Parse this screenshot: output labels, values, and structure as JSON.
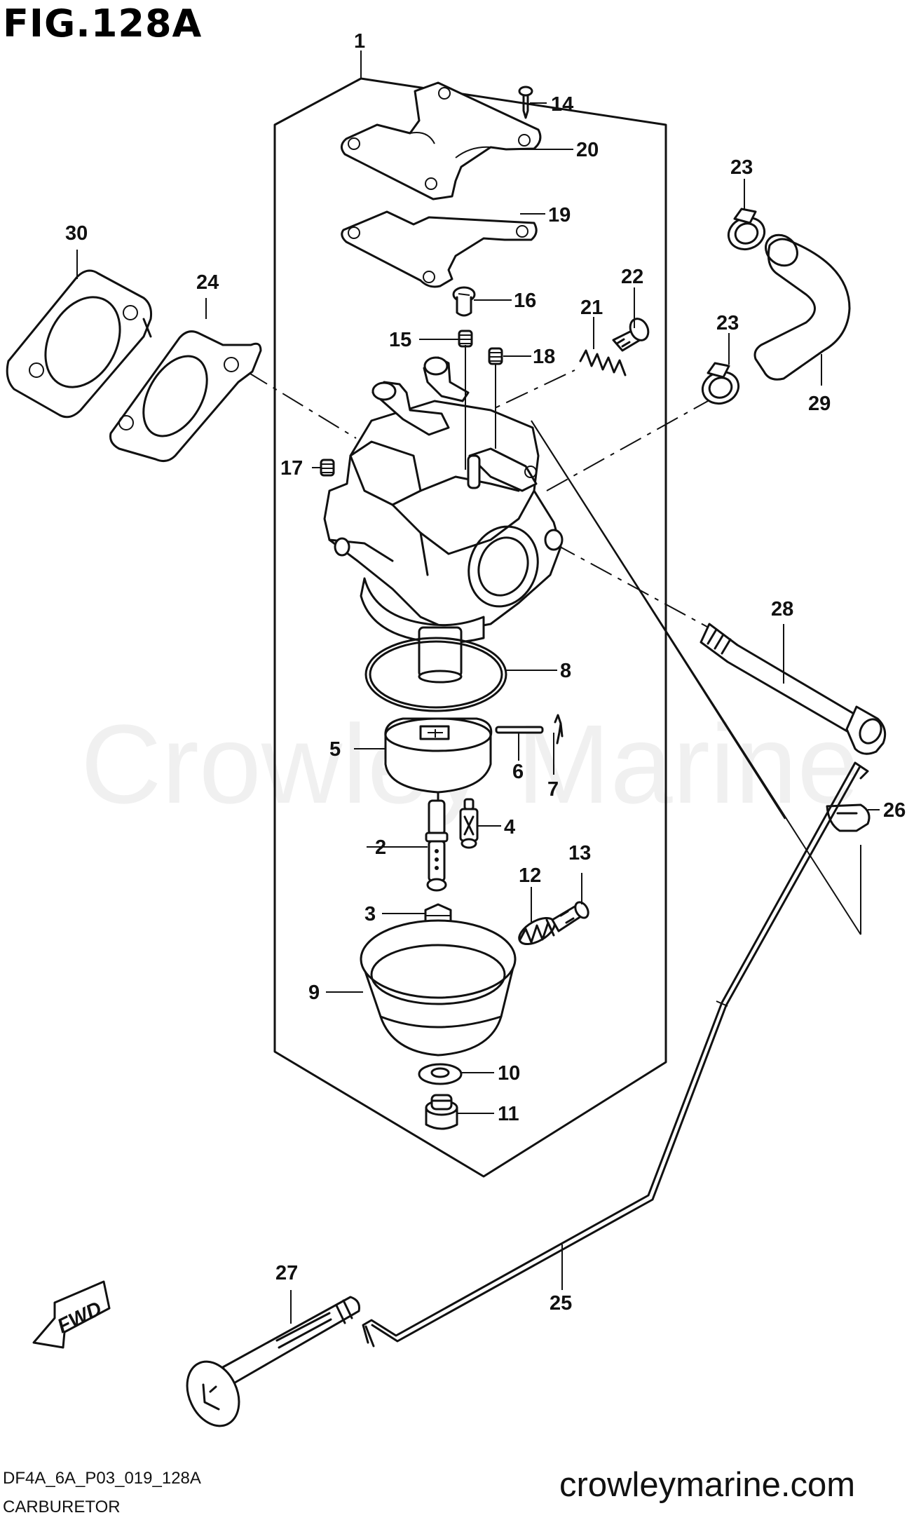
{
  "figure_title": "FIG.128A",
  "watermark_text": "Crowley Marine",
  "website": "crowleymarine.com",
  "diagram_code": "DF4A_6A_P03_019_128A",
  "caption": "CARBURETOR",
  "fwd_label": "FWD",
  "callouts": {
    "c1": "1",
    "c2": "2",
    "c3": "3",
    "c4": "4",
    "c5": "5",
    "c6": "6",
    "c7": "7",
    "c8": "8",
    "c9": "9",
    "c10": "10",
    "c11": "11",
    "c12": "12",
    "c13": "13",
    "c14": "14",
    "c15": "15",
    "c16": "16",
    "c17": "17",
    "c18": "18",
    "c19": "19",
    "c20": "20",
    "c21": "21",
    "c22": "22",
    "c23a": "23",
    "c23b": "23",
    "c24": "24",
    "c25": "25",
    "c26": "26",
    "c27": "27",
    "c28": "28",
    "c29": "29",
    "c30": "30"
  },
  "colors": {
    "line": "#111111",
    "background": "#ffffff"
  }
}
